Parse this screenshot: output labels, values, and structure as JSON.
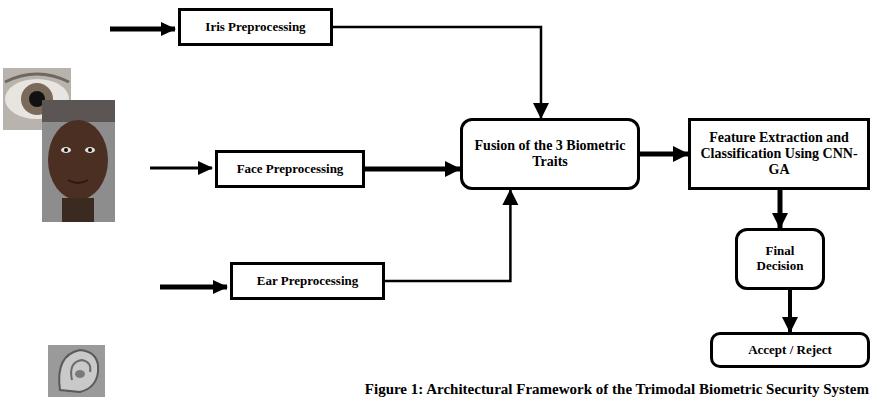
{
  "diagram": {
    "caption": "Figure 1: Architectural Framework of the Trimodal Biometric Security System",
    "nodes": [
      {
        "text": [
          "Iris Preprocessing"
        ]
      },
      {
        "text": [
          "Face Preprocessing"
        ]
      },
      {
        "text": [
          "Ear Preprocessing"
        ]
      },
      {
        "text": [
          "Fusion of the 3 Biometric Traits"
        ]
      },
      {
        "text": [
          "Feature Extraction and Classification Using CNN-GA"
        ]
      },
      {
        "text": [
          "Final Decision"
        ]
      },
      {
        "text": [
          "Accept / Reject"
        ]
      }
    ],
    "edges": [
      {
        "from": 0,
        "to": 3,
        "arrow": "to"
      },
      {
        "from": 1,
        "to": 3,
        "arrow": "to"
      },
      {
        "from": 2,
        "to": 3,
        "arrow": "to"
      },
      {
        "from": 3,
        "to": 4,
        "arrow": "to"
      },
      {
        "from": 4,
        "to": 5,
        "arrow": "to"
      },
      {
        "from": 5,
        "to": 6,
        "arrow": "to"
      }
    ]
  }
}
